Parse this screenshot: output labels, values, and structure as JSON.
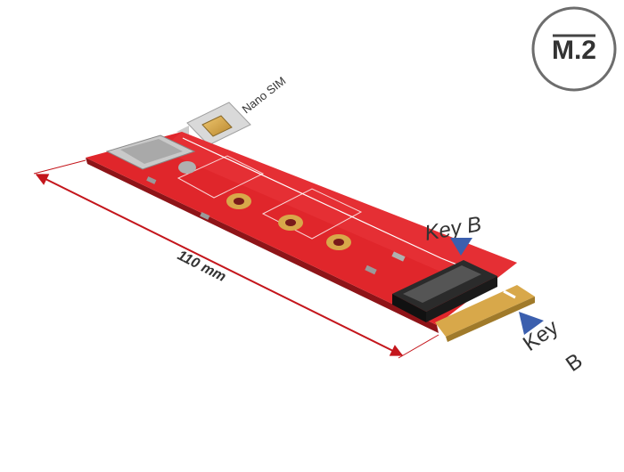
{
  "badge": {
    "text": "M.2"
  },
  "sim": {
    "label": "Nano SIM"
  },
  "dimension": {
    "label": "110 mm"
  },
  "key_top": {
    "label": "Key B"
  },
  "key_bottom": {
    "word1": "Key",
    "word2": "B"
  },
  "colors": {
    "pcb": "#e0262b",
    "pcb_dark": "#b51a1f",
    "gold": "#d8a84a",
    "arrow": "#3b5fae",
    "dimension": "#c4161c",
    "badge_ring": "#6d6d6d"
  }
}
